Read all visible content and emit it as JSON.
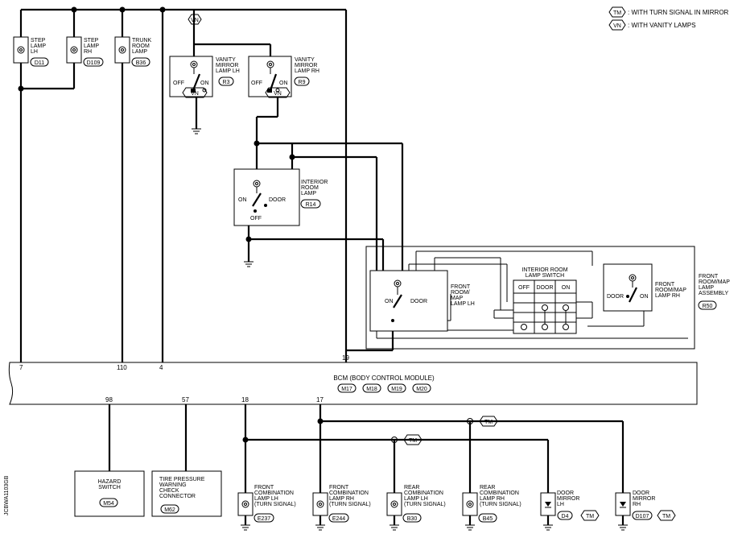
{
  "legend": {
    "tm": {
      "tag": "TM",
      "text": ": WITH TURN SIGNAL IN MIRROR"
    },
    "vn": {
      "tag": "VN",
      "text": ": WITH VANITY LAMPS"
    }
  },
  "tags": {
    "vn": "VN",
    "tm": "TM"
  },
  "components": {
    "step_lamp_lh": {
      "name": [
        "STEP",
        "LAMP",
        "LH"
      ],
      "conn": "D11"
    },
    "step_lamp_rh": {
      "name": [
        "STEP",
        "LAMP",
        "RH"
      ],
      "conn": "D109"
    },
    "trunk_room_lamp": {
      "name": [
        "TRUNK",
        "ROOM",
        "LAMP"
      ],
      "conn": "B36"
    },
    "vanity_lh": {
      "name": [
        "VANITY",
        "MIRROR",
        "LAMP LH"
      ],
      "conn": "R3",
      "off": "OFF",
      "on": "ON"
    },
    "vanity_rh": {
      "name": [
        "VANITY",
        "MIRROR",
        "LAMP RH"
      ],
      "conn": "R9",
      "off": "OFF",
      "on": "ON"
    },
    "interior_room_lamp": {
      "name": [
        "INTERIOR",
        "ROOM",
        "LAMP"
      ],
      "conn": "R14",
      "on": "ON",
      "door": "DOOR",
      "off": "OFF"
    },
    "front_map_lh": {
      "name": [
        "FRONT",
        "ROOM/",
        "MAP",
        "LAMP LH"
      ],
      "on": "ON",
      "door": "DOOR"
    },
    "lamp_switch": {
      "name": [
        "INTERIOR ROOM",
        "LAMP SWITCH"
      ],
      "cols": [
        "OFF",
        "DOOR",
        "ON"
      ]
    },
    "front_map_rh": {
      "name": [
        "FRONT",
        "ROOM/MAP",
        "LAMP RH"
      ],
      "door": "DOOR",
      "on": "ON"
    },
    "map_assembly": {
      "name": [
        "FRONT",
        "ROOM/MAP",
        "LAMP",
        "ASSEMBLY"
      ],
      "conn": "R50"
    },
    "bcm": {
      "name": "BCM (BODY CONTROL MODULE)",
      "conns": [
        "M17",
        "M18",
        "M19",
        "M20"
      ]
    },
    "hazard_switch": {
      "name": [
        "HAZARD",
        "SWITCH"
      ],
      "conn": "M54"
    },
    "tpw_connector": {
      "name": [
        "TIRE PRESSURE",
        "WARNING",
        "CHECK",
        "CONNECTOR"
      ],
      "conn": "M62"
    },
    "front_comb_lh": {
      "name": [
        "FRONT",
        "COMBINATION",
        "LAMP LH",
        "(TURN SIGNAL)"
      ],
      "conn": "E237"
    },
    "front_comb_rh": {
      "name": [
        "FRONT",
        "COMBINATION",
        "LAMP RH",
        "(TURN SIGNAL)"
      ],
      "conn": "E244"
    },
    "rear_comb_lh": {
      "name": [
        "REAR",
        "COMBINATION",
        "LAMP LH",
        "(TURN SIGNAL)"
      ],
      "conn": "B30"
    },
    "rear_comb_rh": {
      "name": [
        "REAR",
        "COMBINATION",
        "LAMP RH",
        "(TURN SIGNAL)"
      ],
      "conn": "B45"
    },
    "door_mirror_lh": {
      "name": [
        "DOOR",
        "MIRROR",
        "LH"
      ],
      "conn": "D4",
      "tag": "TM"
    },
    "door_mirror_rh": {
      "name": [
        "DOOR",
        "MIRROR",
        "RH"
      ],
      "conn": "D107",
      "tag": "TM"
    }
  },
  "pins": {
    "p7": "7",
    "p110": "110",
    "p4": "4",
    "p19": "19",
    "p98": "98",
    "p57": "57",
    "p18": "18",
    "p17": "17"
  },
  "side_code": "JCBWA1103GB"
}
